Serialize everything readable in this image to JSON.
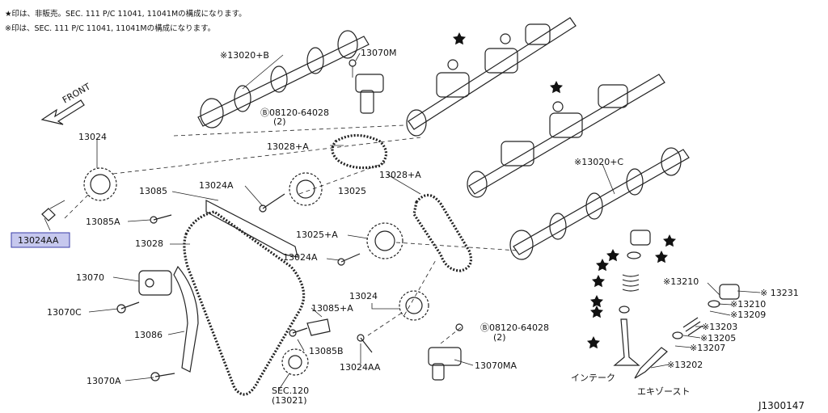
{
  "notes": {
    "line1": "★印は、非販売。SEC. 111 P/C 11041, 11041Mの構成になります。",
    "line2": "※印は、SEC. 111 P/C 11041, 11041Mの構成になります。"
  },
  "front_label": "FRONT",
  "diagram_code": "J1300147",
  "valve_labels": {
    "intake": "インテーク",
    "exhaust": "エキゾースト"
  },
  "parts": {
    "p13020b": "※13020+B",
    "p13070m": "13070M",
    "p08120a": "Ⓑ08120-64028",
    "p08120a_qty": "(2)",
    "p13024_top": "13024",
    "p13028b": "13028+A",
    "p13028a": "13028+A",
    "p13024a": "13024A",
    "p13025": "13025",
    "p13085": "13085",
    "p13085a": "13085A",
    "p13028": "13028",
    "p13025a": "13025+A",
    "p13024a2": "13024A",
    "p13024aa_highlight": "13024AA",
    "p13070": "13070",
    "p13070c": "13070C",
    "p13024_mid": "13024",
    "p13085plus": "13085+A",
    "p13086": "13086",
    "p13085b": "13085B",
    "p13024aa": "13024AA",
    "p13070a": "13070A",
    "p08120b": "Ⓑ08120-64028",
    "p08120b_qty": "(2)",
    "p13070ma": "13070MA",
    "sec120": "SEC.120",
    "sec120_sub": "(13021)",
    "p13020c": "※13020+C",
    "p13210": "※13210",
    "p13231": "※ 13231",
    "p13210b": "※13210",
    "p13209": "※13209",
    "p13203": "※13203",
    "p13205": "※13205",
    "p13207": "※13207",
    "p13202": "※13202"
  }
}
